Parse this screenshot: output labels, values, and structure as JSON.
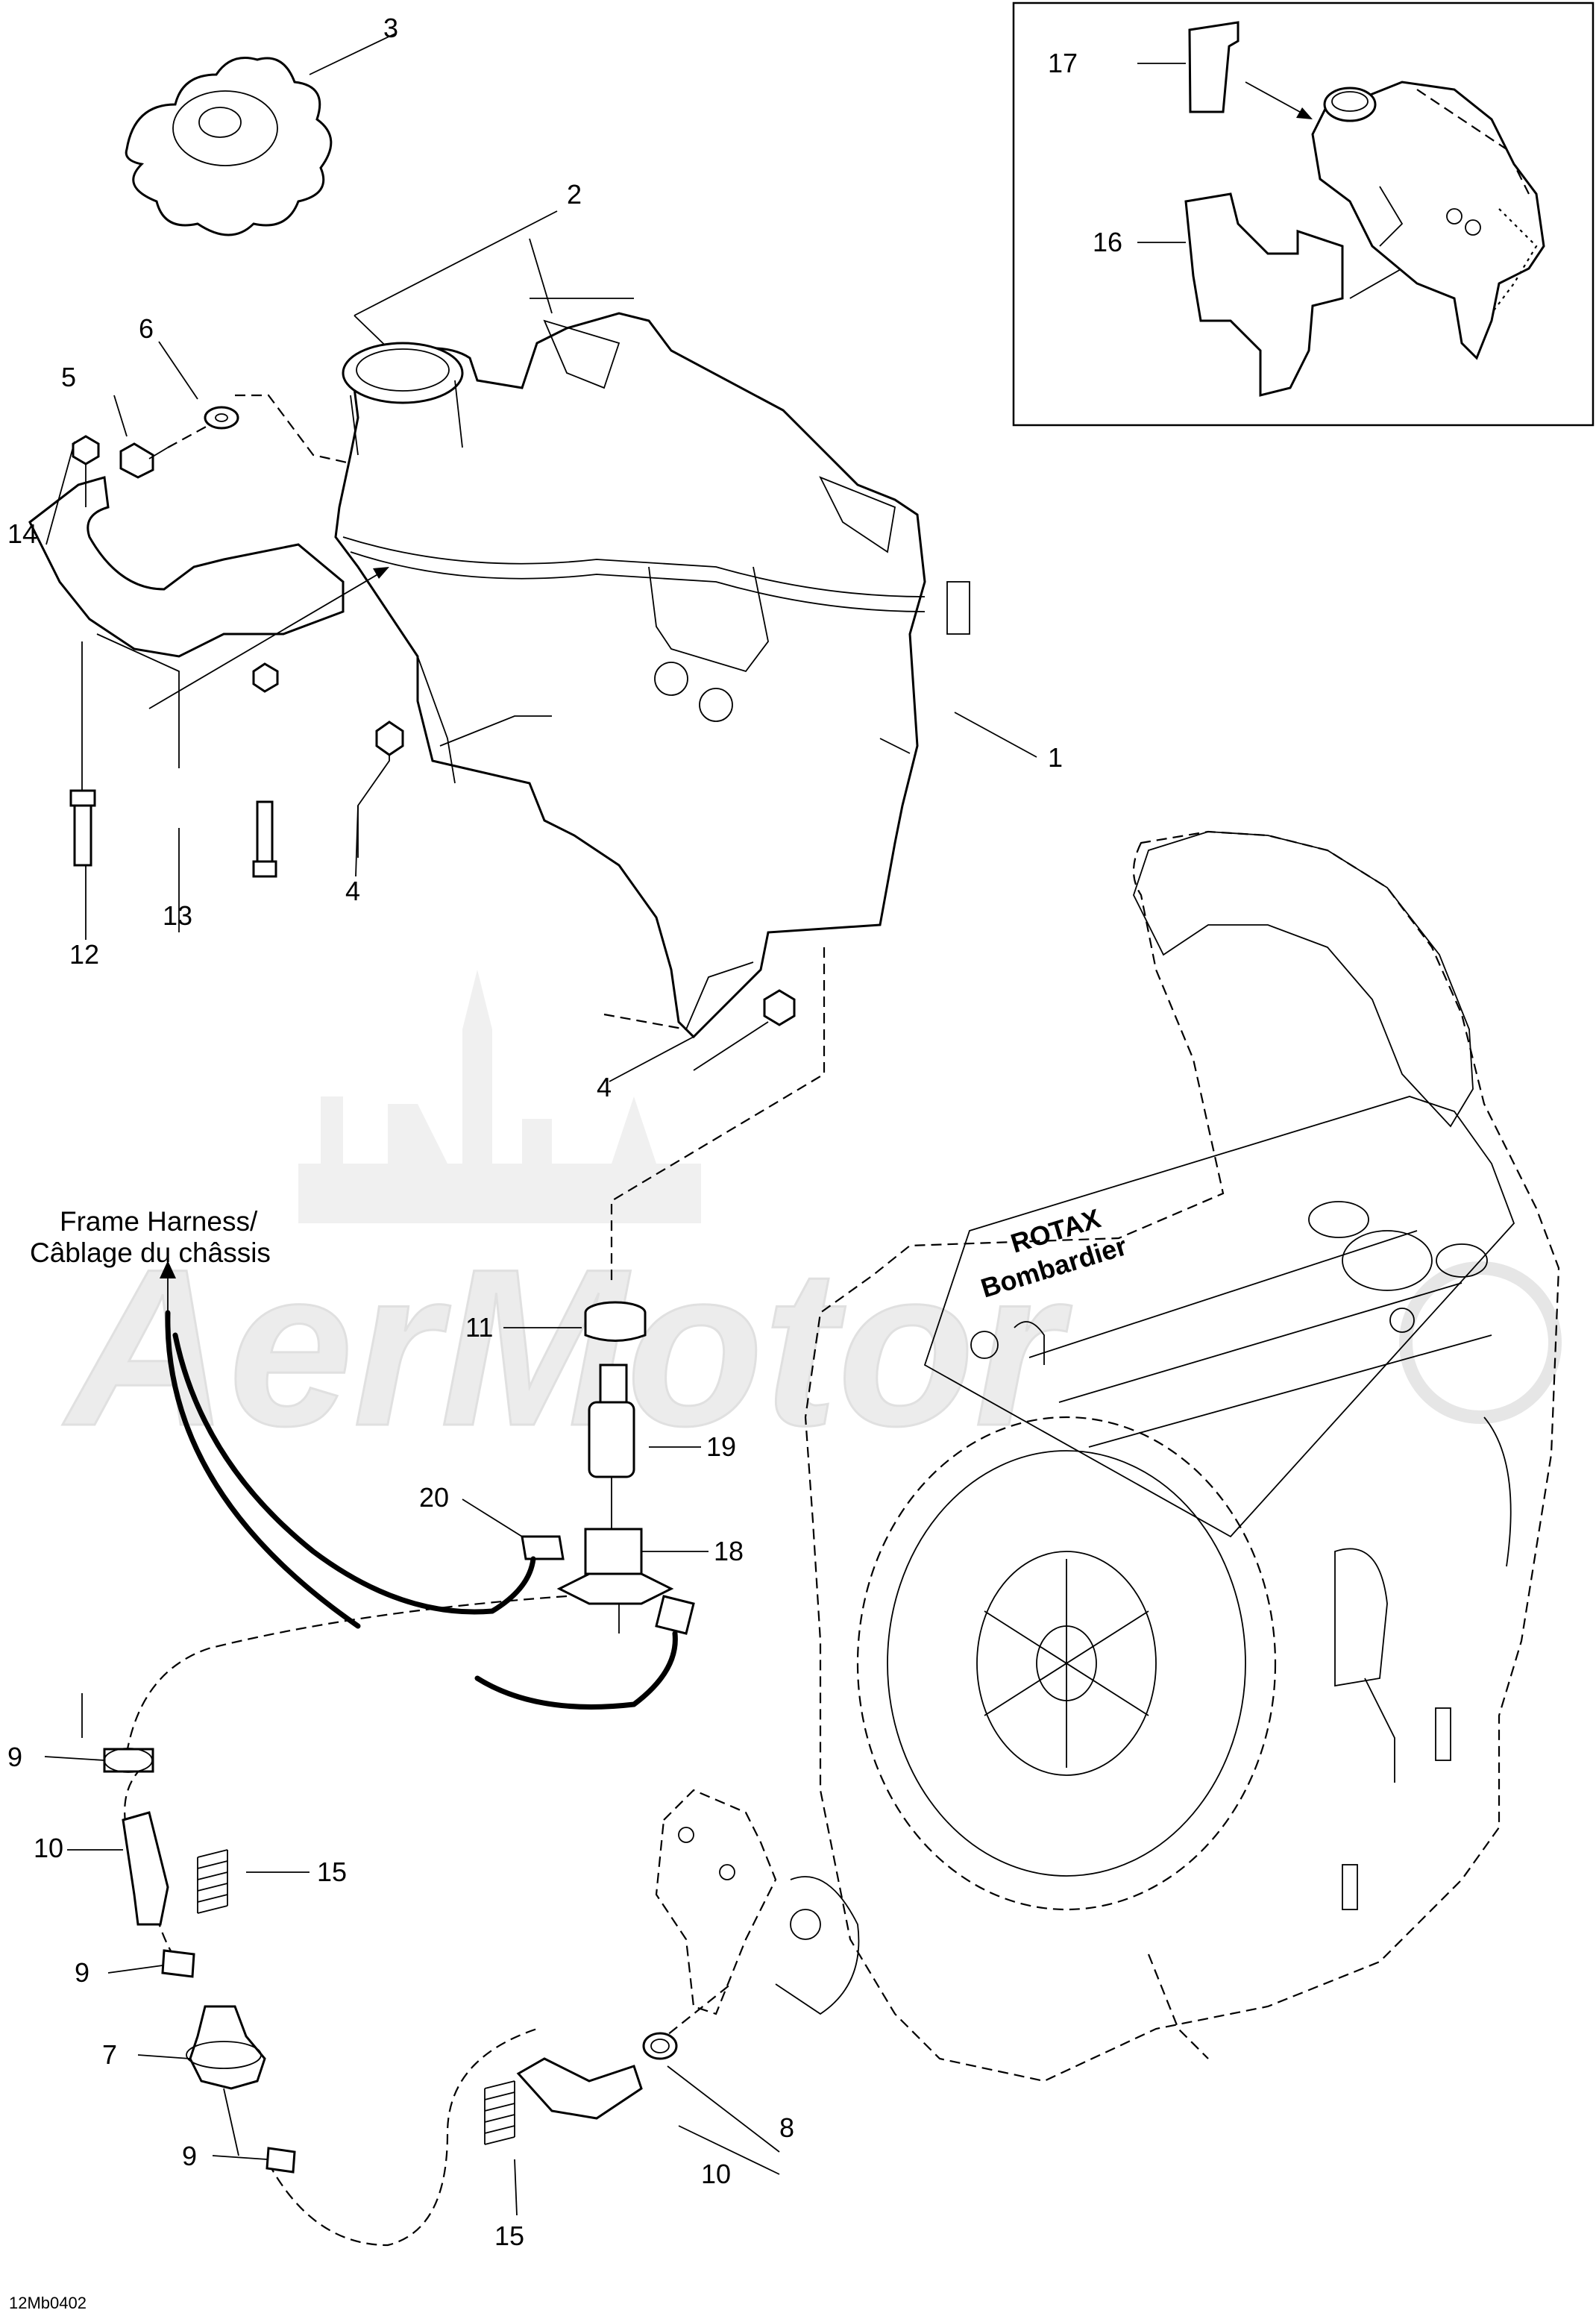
{
  "callouts": [
    {
      "id": "c1",
      "text": "1"
    },
    {
      "id": "c2",
      "text": "2"
    },
    {
      "id": "c3",
      "text": "3"
    },
    {
      "id": "c4a",
      "text": "4"
    },
    {
      "id": "c4b",
      "text": "4"
    },
    {
      "id": "c5",
      "text": "5"
    },
    {
      "id": "c6",
      "text": "6"
    },
    {
      "id": "c7",
      "text": "7"
    },
    {
      "id": "c8",
      "text": "8"
    },
    {
      "id": "c9a",
      "text": "9"
    },
    {
      "id": "c9b",
      "text": "9"
    },
    {
      "id": "c9c",
      "text": "9"
    },
    {
      "id": "c10a",
      "text": "10"
    },
    {
      "id": "c10b",
      "text": "10"
    },
    {
      "id": "c11",
      "text": "11"
    },
    {
      "id": "c12",
      "text": "12"
    },
    {
      "id": "c13",
      "text": "13"
    },
    {
      "id": "c14",
      "text": "14"
    },
    {
      "id": "c15a",
      "text": "15"
    },
    {
      "id": "c15b",
      "text": "15"
    },
    {
      "id": "c16",
      "text": "16"
    },
    {
      "id": "c17",
      "text": "17"
    },
    {
      "id": "c18",
      "text": "18"
    },
    {
      "id": "c19",
      "text": "19"
    },
    {
      "id": "c20",
      "text": "20"
    }
  ],
  "harness_label_line1": "Frame Harness/",
  "harness_label_line2": "Câblage du châssis",
  "engine_logo_line1": "Bombardier",
  "engine_logo_line2": "ROTAX",
  "watermark": "AerMotor",
  "diagram_code": "12Mb0402"
}
